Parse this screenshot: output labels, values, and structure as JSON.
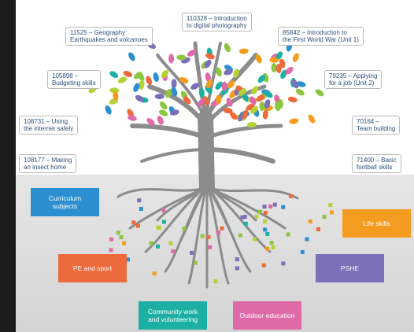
{
  "courses": {
    "c1": "110328 – Introduction\nto digital photography",
    "c2": "11525 – Geography:\nEarthquakes and volcanoes",
    "c3": "85842 – Introduction to\nthe First World War (Unit 1)",
    "c4": "105898 –\nBudgeting skills",
    "c5": "79235 – Applying\nfor a job (Unit 2)",
    "c6": "108731 – Using\nthe internet safely",
    "c7": "70164 –\nTeam building",
    "c8": "108177 – Making\nan insect home",
    "c9": "71400 – Basic\nfootball skills"
  },
  "categories": {
    "curriculum": {
      "label": "Curriculum\nsubjects",
      "color": "#2b8fd0"
    },
    "pe": {
      "label": "PE and sport",
      "color": "#ec6a3b"
    },
    "community": {
      "label": "Community work\nand volunteering",
      "color": "#1cb0a4"
    },
    "outdoor": {
      "label": "Outdoor education",
      "color": "#e06aa8"
    },
    "pshe": {
      "label": "PSHE",
      "color": "#7b70b8"
    },
    "life": {
      "label": "Life skills",
      "color": "#f39c1f"
    }
  },
  "palette": {
    "trunk": "#8c8c8c",
    "leaf_colors": [
      "#8cc63f",
      "#1cb0a4",
      "#2b8fd0",
      "#e06aa8",
      "#ec6a3b",
      "#f39c1f",
      "#7b70b8",
      "#b4d334"
    ]
  }
}
